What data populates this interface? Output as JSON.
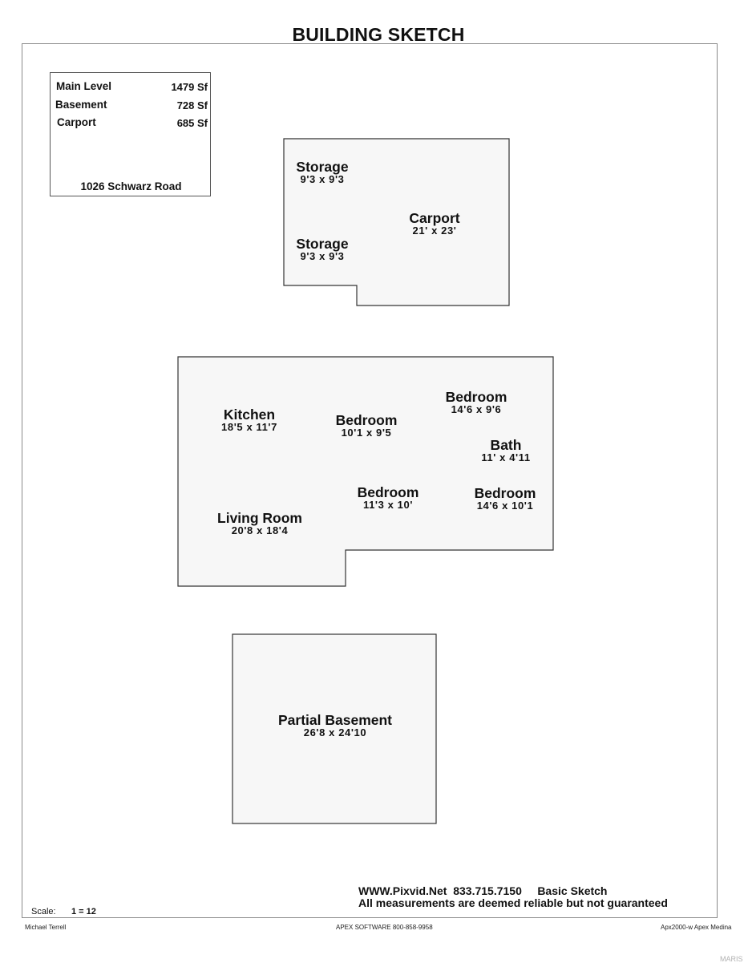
{
  "title": "BUILDING SKETCH",
  "summary": {
    "rows": [
      {
        "label": "Main Level",
        "value": "1479 Sf"
      },
      {
        "label": "Basement",
        "value": "728 Sf"
      },
      {
        "label": "Carport",
        "value": "685 Sf"
      }
    ],
    "address": "1026 Schwarz Road"
  },
  "rooms": {
    "storage1": {
      "name": "Storage",
      "dim": "9'3 x 9'3"
    },
    "carport": {
      "name": "Carport",
      "dim": "21' x 23'"
    },
    "storage2": {
      "name": "Storage",
      "dim": "9'3 x 9'3"
    },
    "kitchen": {
      "name": "Kitchen",
      "dim": "18'5 x 11'7"
    },
    "bedroom1": {
      "name": "Bedroom",
      "dim": "10'1 x 9'5"
    },
    "bedroom2": {
      "name": "Bedroom",
      "dim": "14'6 x 9'6"
    },
    "bath": {
      "name": "Bath",
      "dim": "11' x 4'11"
    },
    "bedroom3": {
      "name": "Bedroom",
      "dim": "11'3 x 10'"
    },
    "bedroom4": {
      "name": "Bedroom",
      "dim": "14'6 x 10'1"
    },
    "living": {
      "name": "Living Room",
      "dim": "20'8 x 18'4"
    },
    "basement": {
      "name": "Partial Basement",
      "dim": "26'8 x 24'10"
    }
  },
  "footer": {
    "line1": "WWW.Pixvid.Net  833.715.7150     Basic Sketch",
    "line2": "All measurements are deemed reliable but not guaranteed",
    "scale_label": "Scale:",
    "scale_value": "1 = 12",
    "author": "Michael Terrell",
    "software": "APEX SOFTWARE 800-858-9958",
    "version": "Apx2000-w Apex Medina",
    "watermark": "MARIS"
  },
  "colors": {
    "fill": "#f7f7f7",
    "stroke": "#333333"
  }
}
